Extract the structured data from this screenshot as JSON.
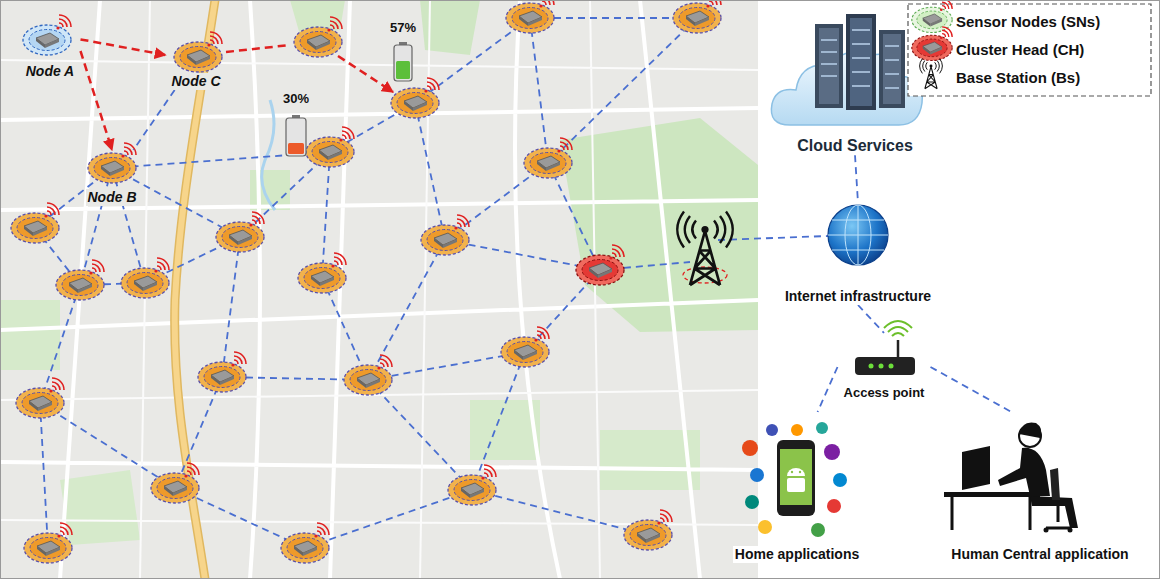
{
  "diagram": {
    "nodes": [
      {
        "text": [
          "Node A"
        ]
      },
      {
        "text": [
          "Node C"
        ]
      },
      {
        "text": [
          "Cloud Services"
        ]
      },
      {
        "text": [
          "Node B"
        ]
      },
      {
        "text": [
          "Internet infrastructure"
        ]
      },
      {
        "text": [
          "Access point"
        ]
      },
      {
        "text": [
          "Home applications"
        ]
      },
      {
        "text": [
          "Human Central application"
        ]
      }
    ],
    "edges": [
      {
        "from": 0,
        "to": 1,
        "arrow": "to"
      },
      {
        "from": 0,
        "to": 3,
        "arrow": "to"
      },
      {
        "from": 1,
        "to": 3,
        "arrow": "none"
      },
      {
        "from": 2,
        "to": 4,
        "arrow": "none"
      },
      {
        "from": 4,
        "to": 5,
        "arrow": "none"
      },
      {
        "from": 5,
        "to": 6,
        "arrow": "none"
      },
      {
        "from": 5,
        "to": 7,
        "arrow": "none"
      }
    ],
    "labels": [
      "57%",
      "30%"
    ],
    "legend": [
      {
        "text": "Sensor Nodes (SNs)"
      },
      {
        "text": "Cluster Head (CH)"
      },
      {
        "text": "Base Station (Bs)"
      }
    ]
  }
}
